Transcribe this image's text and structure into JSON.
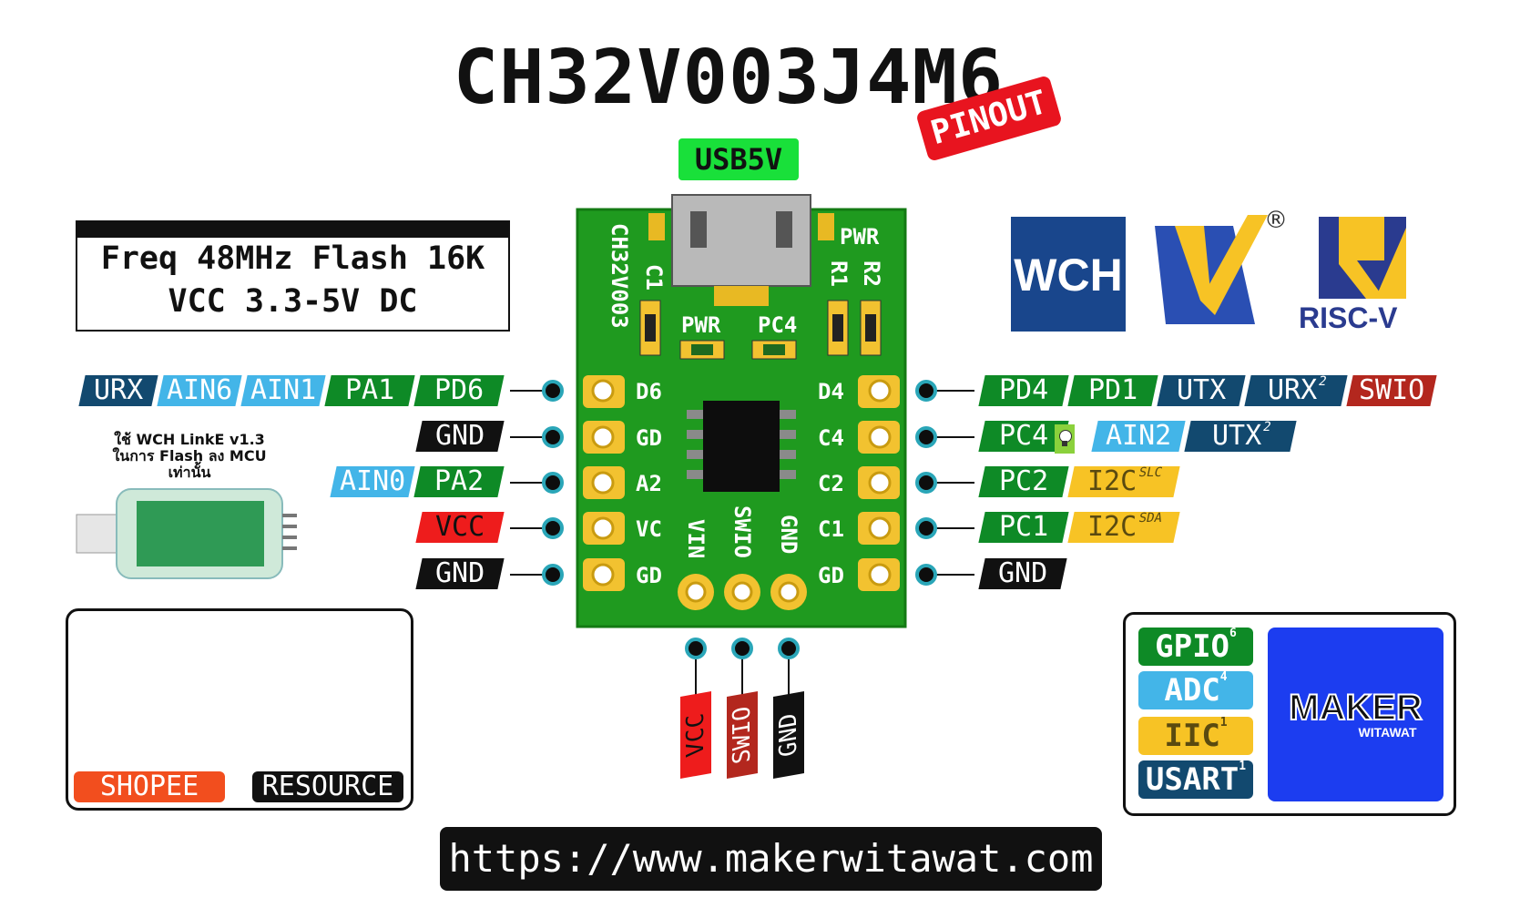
{
  "title": "CH32V003J4M6",
  "stamp": "PINOUT",
  "usb_label": "USB5V",
  "specs": [
    "Freq 48MHz Flash 16K",
    "VCC 3.3-5V DC"
  ],
  "board": {
    "silk_name": "CH32V003",
    "silk_pwr": "PWR",
    "silk_r1": "R1",
    "silk_r2": "R2",
    "silk_c1": "C1",
    "led_pwr": "PWR",
    "led_pc4": "PC4",
    "left_pins": [
      "D6",
      "GD",
      "A2",
      "VC",
      "GD"
    ],
    "right_pins": [
      "D4",
      "C4",
      "C2",
      "C1",
      "GD"
    ],
    "bottom_pins": [
      "VIN",
      "SWIO",
      "GND"
    ]
  },
  "left_rows": [
    [
      {
        "t": "URX",
        "c": "navy"
      },
      {
        "t": "AIN6",
        "c": "sky"
      },
      {
        "t": "AIN1",
        "c": "sky"
      },
      {
        "t": "PA1",
        "c": "green"
      },
      {
        "t": "PD6",
        "c": "green"
      }
    ],
    [
      {
        "t": "GND",
        "c": "black"
      }
    ],
    [
      {
        "t": "AIN0",
        "c": "sky"
      },
      {
        "t": "PA2",
        "c": "green"
      }
    ],
    [
      {
        "t": "VCC",
        "c": "red"
      }
    ],
    [
      {
        "t": "GND",
        "c": "black"
      }
    ]
  ],
  "right_rows": [
    [
      {
        "t": "PD4",
        "c": "green"
      },
      {
        "t": "PD1",
        "c": "green"
      },
      {
        "t": "UTX",
        "c": "navy"
      },
      {
        "t": "URX",
        "sup": "2",
        "c": "navy"
      },
      {
        "t": "SWIO",
        "c": "brick"
      }
    ],
    [
      {
        "t": "PC4",
        "c": "green"
      },
      {
        "t": "AIN2",
        "c": "sky"
      },
      {
        "t": "UTX",
        "sup": "2",
        "c": "navy"
      }
    ],
    [
      {
        "t": "PC2",
        "c": "green"
      },
      {
        "t": "I2C",
        "sup": "SLC",
        "c": "yellow"
      }
    ],
    [
      {
        "t": "PC1",
        "c": "green"
      },
      {
        "t": "I2C",
        "sup": "SDA",
        "c": "yellow"
      }
    ],
    [
      {
        "t": "GND",
        "c": "black"
      }
    ]
  ],
  "bottom_labels": [
    {
      "t": "VCC",
      "c": "#ee1c1c",
      "fg": "#111"
    },
    {
      "t": "SWIO",
      "c": "#b3271e",
      "fg": "#fff"
    },
    {
      "t": "GND",
      "c": "#111111",
      "fg": "#fff"
    }
  ],
  "programmer_note": [
    "ใช้ WCH LinkE v1.3",
    "ในการ Flash ลง MCU",
    "เท่านั้น"
  ],
  "qr": {
    "left_label": "SHOPEE",
    "right_label": "RESOURCE"
  },
  "logos": {
    "wch": "WCH",
    "riscv": "RISC-V",
    "registered": "®"
  },
  "features": [
    {
      "t": "GPIO",
      "n": "6",
      "c": "#0e8a26"
    },
    {
      "t": "ADC",
      "n": "4",
      "c": "#43b5e8"
    },
    {
      "t": "IIC",
      "n": "1",
      "c": "#f7c325"
    },
    {
      "t": "USART",
      "n": "1",
      "c": "#12496f"
    }
  ],
  "maker": {
    "line1": "MAKER",
    "line2": "WITAWAT"
  },
  "url": "https://www.makerwitawat.com"
}
